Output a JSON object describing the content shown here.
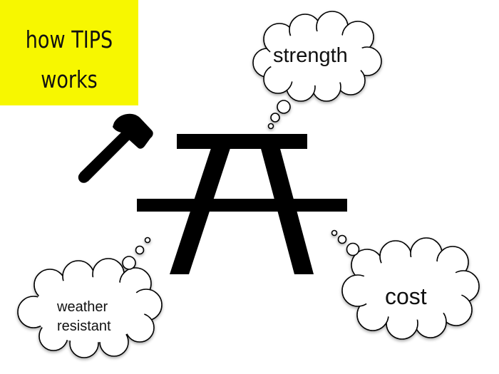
{
  "title": {
    "line1": "how TIPS",
    "line2": "works",
    "background": "#f7f700"
  },
  "icons": {
    "tool": "hammer-icon",
    "object": "picnic-table-icon"
  },
  "clouds": {
    "strength": "strength",
    "cost": "cost",
    "weather_line1": "weather",
    "weather_line2": "resistant"
  },
  "colors": {
    "ink": "#000000",
    "cloud_fill": "#ffffff"
  }
}
